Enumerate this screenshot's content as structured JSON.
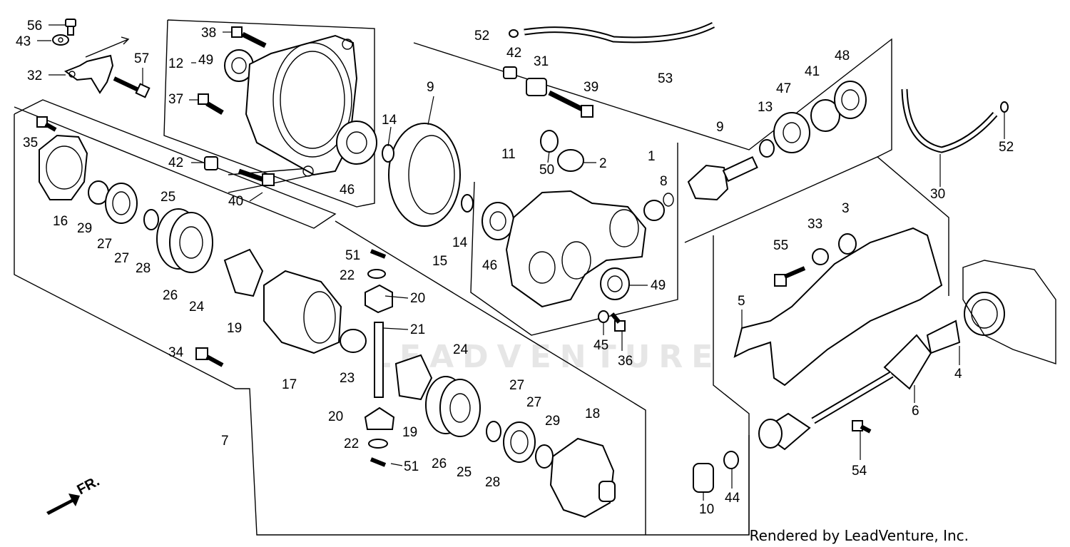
{
  "diagram": {
    "watermark": "LEADVENTURE",
    "credit": "Rendered by LeadVenture, Inc.",
    "direction_label": "FR.",
    "callouts": [
      "56",
      "43",
      "32",
      "57",
      "38",
      "12",
      "49",
      "37",
      "35",
      "42",
      "40",
      "16",
      "29",
      "27",
      "27",
      "28",
      "25",
      "26",
      "24",
      "19",
      "34",
      "17",
      "7",
      "51",
      "22",
      "20",
      "21",
      "23",
      "24",
      "20",
      "22",
      "51",
      "19",
      "26",
      "25",
      "28",
      "27",
      "27",
      "29",
      "18",
      "15",
      "9",
      "14",
      "46",
      "14",
      "11",
      "46",
      "50",
      "2",
      "1",
      "8",
      "49",
      "45",
      "36",
      "52",
      "42",
      "31",
      "39",
      "53",
      "9",
      "13",
      "47",
      "41",
      "48",
      "30",
      "52",
      "55",
      "33",
      "3",
      "5",
      "4",
      "6",
      "54",
      "10",
      "44"
    ],
    "colors": {
      "line": "#000000",
      "background": "#ffffff",
      "watermark": "#e6e6e6"
    }
  }
}
